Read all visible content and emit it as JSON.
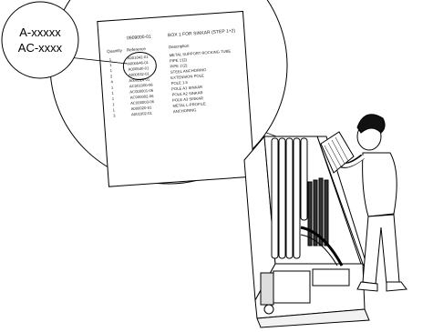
{
  "callout": {
    "line1": "A-xxxxx",
    "line2": "AC-xxxx"
  },
  "document": {
    "header_code": "0909000-01",
    "header_title": "BOX 1 FOR SINKAR (STEP 1+2)",
    "col_quantity": "Quantity",
    "col_reference": "Reference",
    "col_description": "Description",
    "rows": [
      {
        "qty": "1",
        "ref": "A001042-01",
        "desc": "METAL SUPPORT ROCKING TUBE"
      },
      {
        "qty": "1",
        "ref": "A000546-01",
        "desc": "PIPE 1'(2)"
      },
      {
        "qty": "1",
        "ref": "A000540-01",
        "desc": "PIPE 1'(2)"
      },
      {
        "qty": "2",
        "ref": "A000532-01",
        "desc": "STEEL ANCHORING"
      },
      {
        "qty": "4",
        "ref": "A000525-01",
        "desc": "EXTENSION POLE"
      },
      {
        "qty": "1",
        "ref": "AC001000-06",
        "desc": "POLE 1.5"
      },
      {
        "qty": "1",
        "ref": "AC000001-06",
        "desc": "POLE A1 SINKAR"
      },
      {
        "qty": "1",
        "ref": "AC000002-06",
        "desc": "POLE A2 SINKAR"
      },
      {
        "qty": "1",
        "ref": "AC000003-06",
        "desc": "POLE A3 SINKAR"
      },
      {
        "qty": "1",
        "ref": "A000020-01",
        "desc": "METAL L-PROFILE"
      },
      {
        "qty": "3",
        "ref": "A001002-01",
        "desc": "ANCHORING"
      }
    ]
  }
}
